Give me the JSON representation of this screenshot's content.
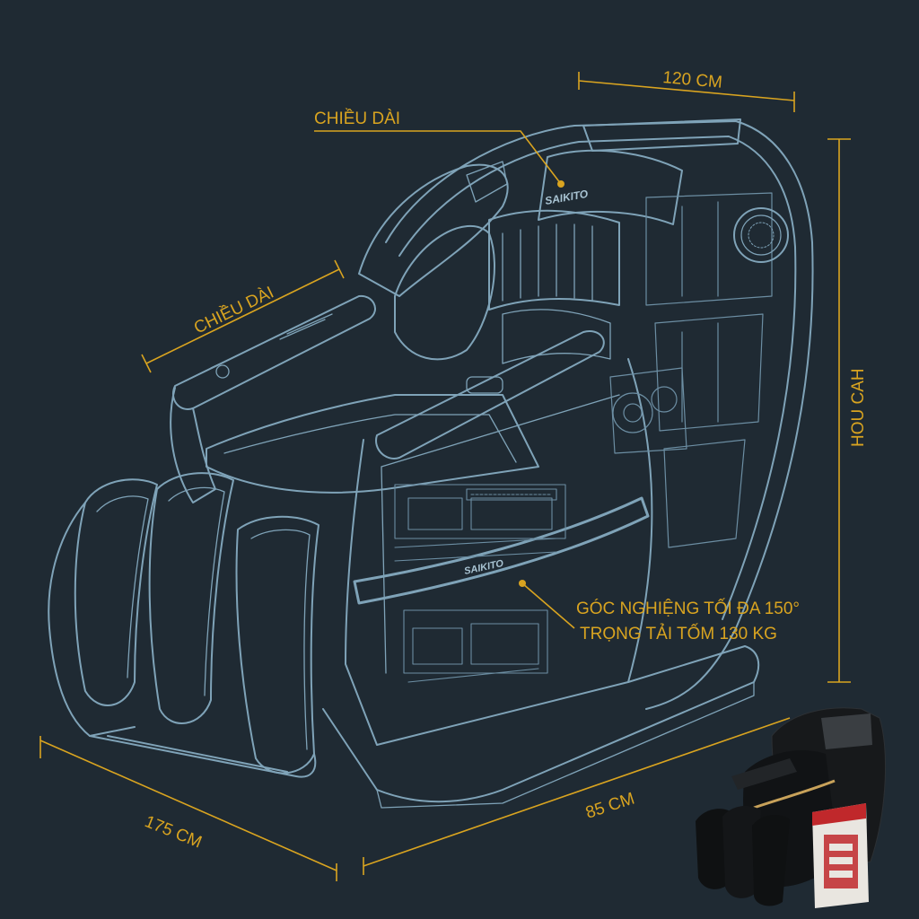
{
  "colors": {
    "background": "#1f2a33",
    "wireframe": "#7fa3b8",
    "wireframe_light": "#a9c4d3",
    "annotation": "#d9a420",
    "product_body": "#17191b",
    "product_accent": "#c8a25a",
    "product_box_red": "#c0282b"
  },
  "annotations": {
    "top_width": "120 CM",
    "length_top": "CHIỀU DÀI",
    "length_left": "CHIỀU DÀI",
    "height_right": "HOU CAH",
    "bottom_left": "175 CM",
    "bottom_right": "85 CM",
    "spec_line1": "GÓC NGHIỆNG TỐI ĐA 150°",
    "spec_line2": "TRỌNG TẢI TỐM 130 KG"
  },
  "brand": {
    "headrest_logo": "SAIKITO",
    "armrest_logo": "SAIKITO"
  },
  "icons": {
    "speaker": "speaker-grille-icon",
    "leader_dot": "annotation-dot-icon"
  }
}
